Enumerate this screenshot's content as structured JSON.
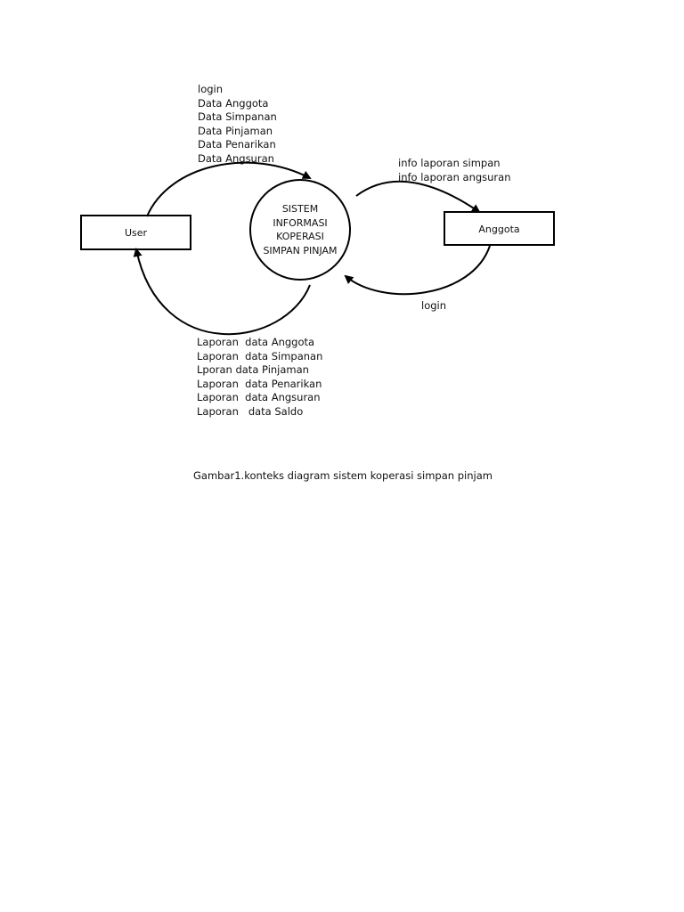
{
  "entities": {
    "user": "User",
    "anggota": "Anggota"
  },
  "process": {
    "lines": [
      "SISTEM",
      "INFORMASI",
      "KOPERASI",
      "SIMPAN PINJAM"
    ]
  },
  "flows": {
    "user_to_system": [
      "login",
      "Data Anggota",
      "Data Simpanan",
      "Data Pinjaman",
      "Data Penarikan",
      "Data Angsuran"
    ],
    "system_to_user": [
      "Laporan  data Anggota",
      "Laporan  data Simpanan",
      "Lporan data Pinjaman",
      "Laporan  data Penarikan",
      "Laporan  data Angsuran",
      "Laporan   data Saldo"
    ],
    "system_to_anggota": [
      "info laporan simpan",
      "info laporan angsuran"
    ],
    "anggota_to_system": [
      "login"
    ]
  },
  "caption": "Gambar1.konteks diagram sistem koperasi simpan pinjam"
}
